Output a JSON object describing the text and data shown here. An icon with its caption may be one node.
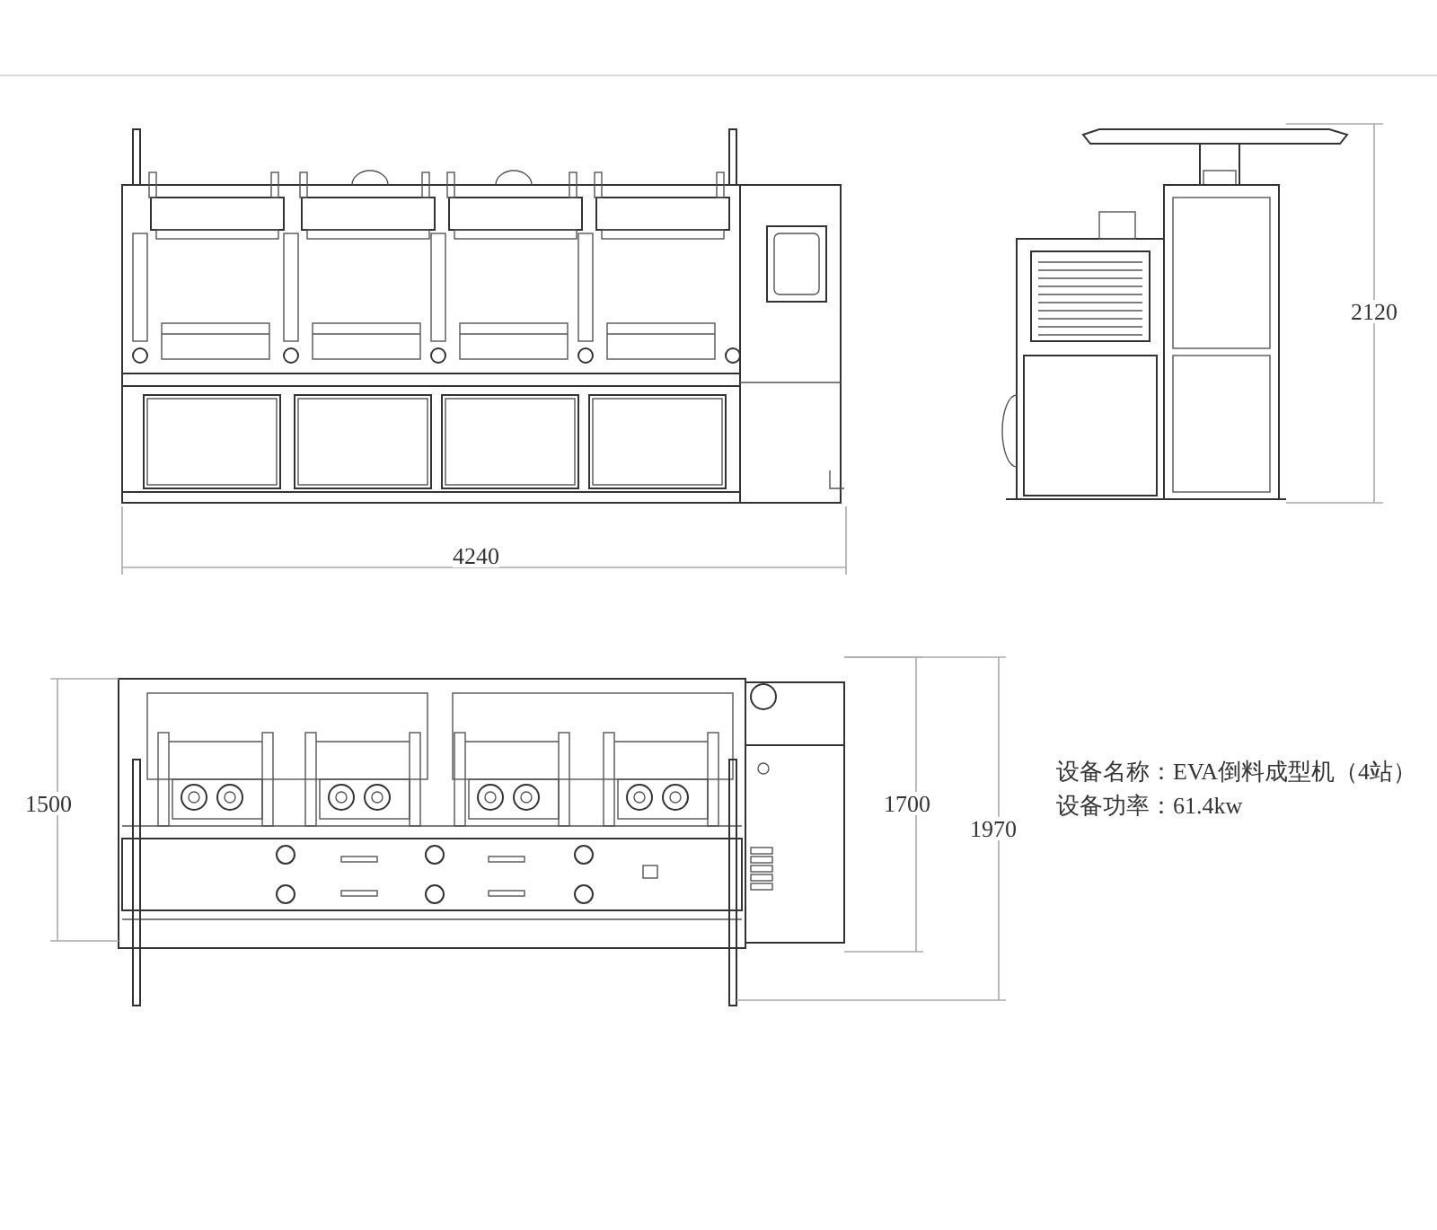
{
  "diagram": {
    "labels": [
      "2120",
      "4240",
      "1500",
      "1700",
      "设备名称：EVA倒料成型机（4站）",
      "设备功率：61.4kw",
      "1970"
    ]
  }
}
